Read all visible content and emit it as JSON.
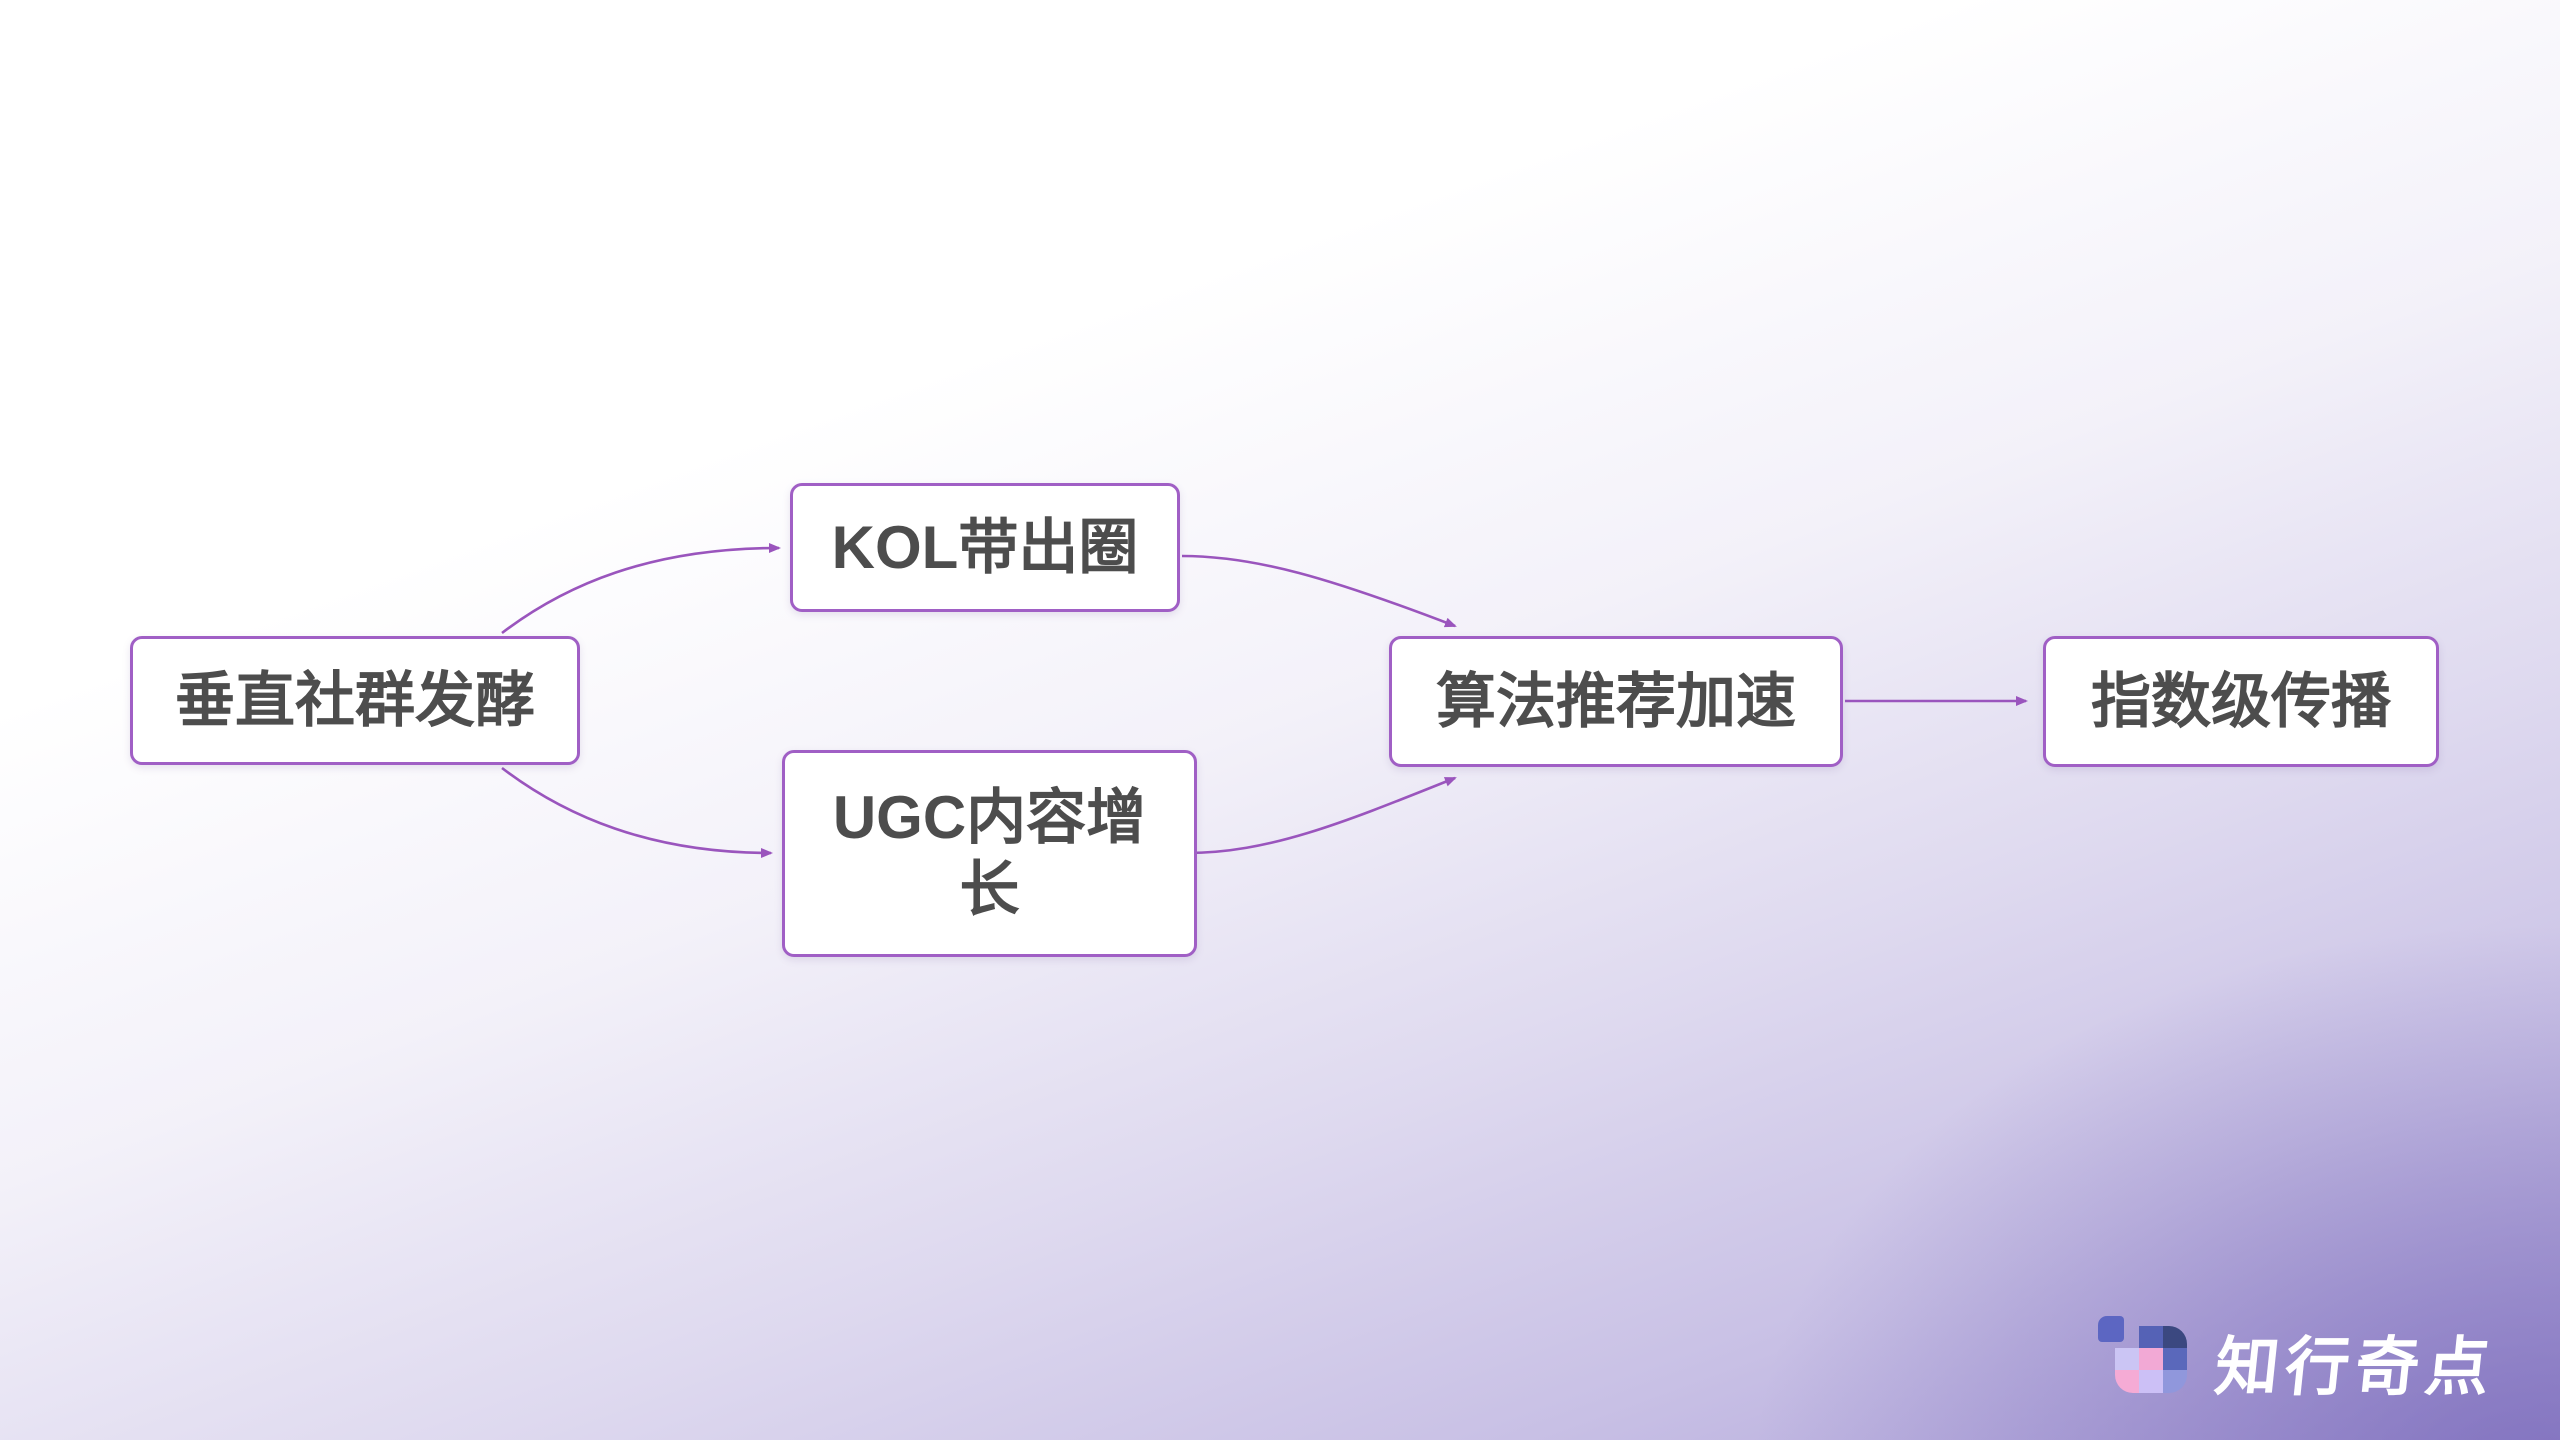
{
  "diagram": {
    "nodes": [
      {
        "id": "vertical-community",
        "label": "垂直社群发酵"
      },
      {
        "id": "kol",
        "label": "KOL带出圈"
      },
      {
        "id": "ugc",
        "label": "UGC内容增长"
      },
      {
        "id": "algorithm",
        "label": "算法推荐加速"
      },
      {
        "id": "exponential",
        "label": "指数级传播"
      }
    ],
    "edges": [
      {
        "from": "垂直社群发酵",
        "to": "KOL带出圈"
      },
      {
        "from": "垂直社群发酵",
        "to": "UGC内容增长"
      },
      {
        "from": "KOL带出圈",
        "to": "算法推荐加速"
      },
      {
        "from": "UGC内容增长",
        "to": "算法推荐加速"
      },
      {
        "from": "算法推荐加速",
        "to": "指数级传播"
      }
    ],
    "colors": {
      "node_border": "#a05fc5",
      "node_fill": "#ffffff",
      "node_text": "#4d4d4d",
      "edge": "#9a55bd"
    }
  },
  "brand": {
    "logo_text": "知行奇点",
    "icon_colors": {
      "small_square": "#5c66c2",
      "blue": "#5562b6",
      "navy": "#3b4880",
      "lavender": "#cbc5f4",
      "pink": "#f2a9d5",
      "periwinkle": "#9097dc"
    }
  }
}
